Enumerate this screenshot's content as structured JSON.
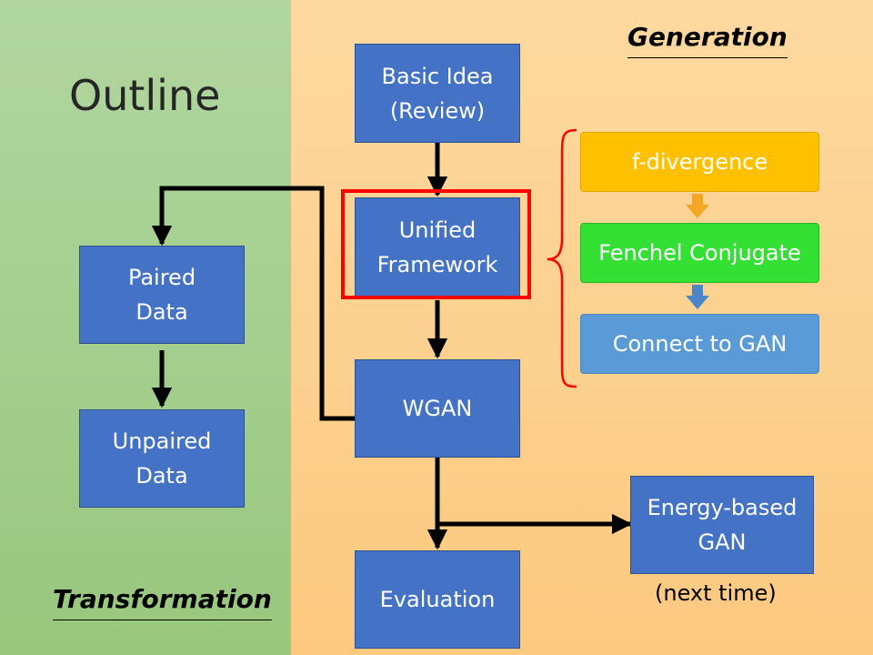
{
  "title": "Outline",
  "sections": {
    "generation": "Generation",
    "transformation": "Transformation"
  },
  "boxes": {
    "basic_idea": [
      "Basic Idea",
      "(Review)"
    ],
    "unified": [
      "Unified",
      "Framework"
    ],
    "wgan": [
      "WGAN"
    ],
    "evaluation": [
      "Evaluation"
    ],
    "paired": [
      "Paired",
      "Data"
    ],
    "unpaired": [
      "Unpaired",
      "Data"
    ],
    "energy": [
      "Energy-based",
      "GAN"
    ]
  },
  "details": {
    "f_divergence": "f-divergence",
    "fenchel": "Fenchel Conjugate",
    "connect": "Connect to GAN"
  },
  "note": "(next time)",
  "colors": {
    "box_blue": "#4472c4",
    "highlight_red": "#ff0000",
    "brace_red": "#ff0000",
    "f_divergence_bg": "#ffc000",
    "fenchel_bg": "#33e033",
    "connect_bg": "#5b9bd5",
    "left_panel": "#a5cf8f",
    "right_panel": "#fdd190"
  }
}
